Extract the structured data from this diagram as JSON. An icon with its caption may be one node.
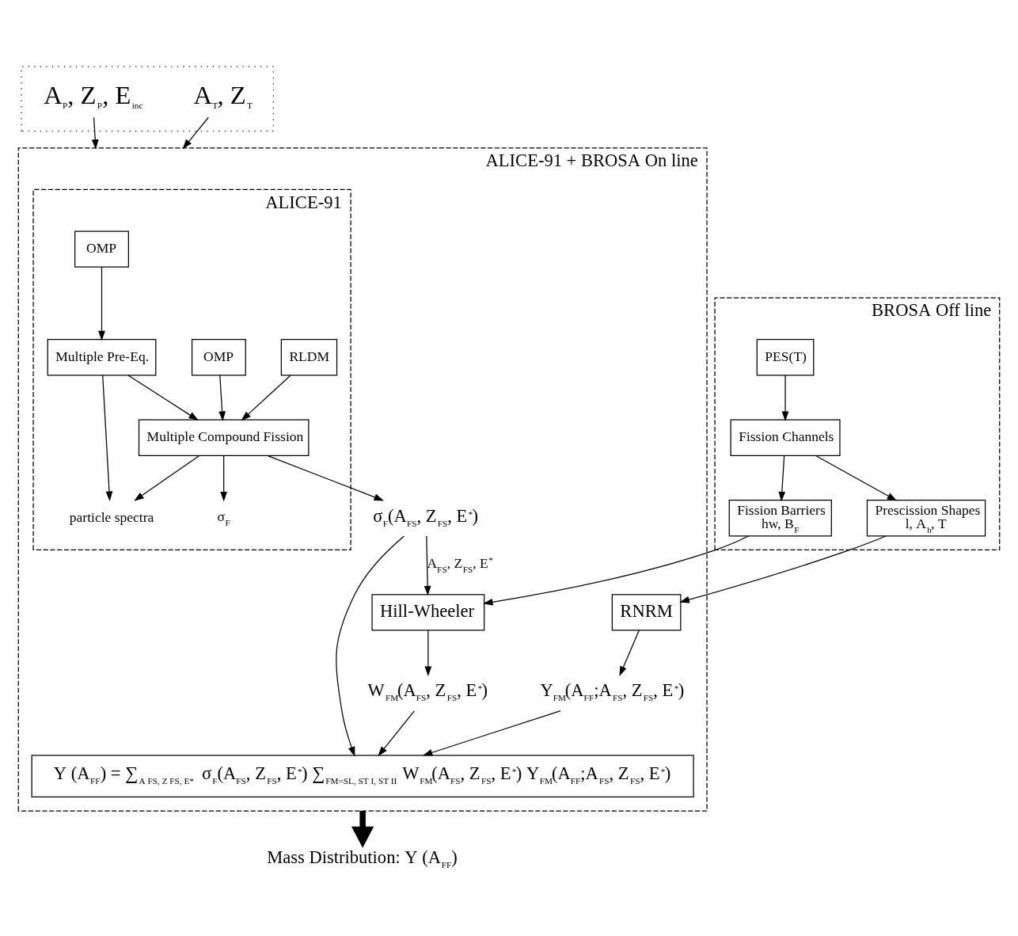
{
  "diagram": {
    "nodes": [
      {
        "text": [],
        "shape": "box"
      },
      {
        "text": [
          "A$_{P}$, Z$_{P}$, E$_{inc}$"
        ],
        "in": 0
      },
      {
        "text": [
          "A$_{T}$, Z$_{T}$"
        ],
        "in": 0
      },
      {
        "text": [
          "ALICE-91 + BROSA On line"
        ]
      },
      {
        "text": [
          "ALICE-91"
        ],
        "in": 3
      },
      {
        "text": [
          "OMP"
        ],
        "in": 4
      },
      {
        "text": [
          "Multiple Pre-Eq."
        ],
        "in": 4
      },
      {
        "text": [
          "OMP"
        ],
        "in": 4
      },
      {
        "text": [
          "RLDM"
        ],
        "in": 4
      },
      {
        "text": [
          "Multiple Compound Fission"
        ],
        "in": 4
      },
      {
        "text": [
          "σ$_{F}$"
        ],
        "in": 4
      },
      {
        "text": [
          "particle spectra"
        ],
        "in": 4
      },
      {
        "text": [
          "BROSA Off line"
        ]
      },
      {
        "text": [
          "PES(T)"
        ],
        "in": 12
      },
      {
        "text": [
          "Fission Channels"
        ],
        "in": 12
      },
      {
        "text": [
          "Fission Barriers",
          "hw, B$_{F}$"
        ],
        "in": 12
      },
      {
        "text": [
          "Prescission Shapes",
          "l, A$_{h}$, T"
        ],
        "in": 12
      },
      {
        "text": [
          "σ$_{F}$(A$_{FS}$, Z$_{FS}$, E$^{*}$)"
        ],
        "in": 3
      },
      {
        "text": [
          "Hill-Wheeler"
        ],
        "in": 3
      },
      {
        "text": [
          "RNRM"
        ],
        "in": 3
      },
      {
        "text": [
          "W$_{FM}$(A$_{FS}$, Z$_{FS}$, E$^{*}$)"
        ],
        "in": 3
      },
      {
        "text": [
          "Y$_{FM}$(A$_{FF}$;A$_{FS}$, Z$_{FS}$, E$^{*}$)"
        ],
        "in": 3
      },
      {
        "text": [
          "Y (A$_{FF}$) = ∑$_{A FS, Z FS, E*}$ σ$_{F}$(A$_{FS}$, Z$_{FS}$, E$^{*}$) ∑$_{FM=SL, ST I, ST II}$ W$_{FM}$(A$_{FS}$, Z$_{FS}$, E$^{*}$) Y$_{FM}$(A$_{FF}$;A$_{FS}$, Z$_{FS}$, E$^{*}$)"
        ],
        "in": 3
      },
      {
        "text": [
          "Mass Distribution: Y (A$_{FF}$)"
        ]
      }
    ],
    "edges": [
      {
        "from": 1,
        "to": 3,
        "arrow": "to"
      },
      {
        "from": 2,
        "to": 3,
        "arrow": "to"
      },
      {
        "from": 5,
        "to": 6,
        "arrow": "to"
      },
      {
        "from": 6,
        "to": 9,
        "arrow": "to"
      },
      {
        "from": 7,
        "to": 9,
        "arrow": "to"
      },
      {
        "from": 8,
        "to": 9,
        "arrow": "to"
      },
      {
        "from": 9,
        "to": 10,
        "arrow": "to"
      },
      {
        "from": 9,
        "to": 11,
        "arrow": "to"
      },
      {
        "from": 6,
        "to": 11,
        "arrow": "to"
      },
      {
        "from": 9,
        "to": 17,
        "arrow": "to"
      },
      {
        "from": 13,
        "to": 14,
        "arrow": "to"
      },
      {
        "from": 14,
        "to": 15,
        "arrow": "to"
      },
      {
        "from": 14,
        "to": 16,
        "arrow": "to"
      },
      {
        "from": 15,
        "to": 18,
        "arrow": "to"
      },
      {
        "from": 16,
        "to": 19,
        "arrow": "to"
      },
      {
        "from": 17,
        "to": 18,
        "arrow": "to",
        "label": "A$_{FS}$, Z$_{FS}$, E$^{*}$"
      },
      {
        "from": 18,
        "to": 20,
        "arrow": "to"
      },
      {
        "from": 19,
        "to": 21,
        "arrow": "to"
      },
      {
        "from": 17,
        "to": 22,
        "arrow": "to"
      },
      {
        "from": 20,
        "to": 22,
        "arrow": "to"
      },
      {
        "from": 21,
        "to": 22,
        "arrow": "to"
      },
      {
        "from": 3,
        "to": 23,
        "arrow": "to",
        "style": "thick"
      }
    ]
  }
}
